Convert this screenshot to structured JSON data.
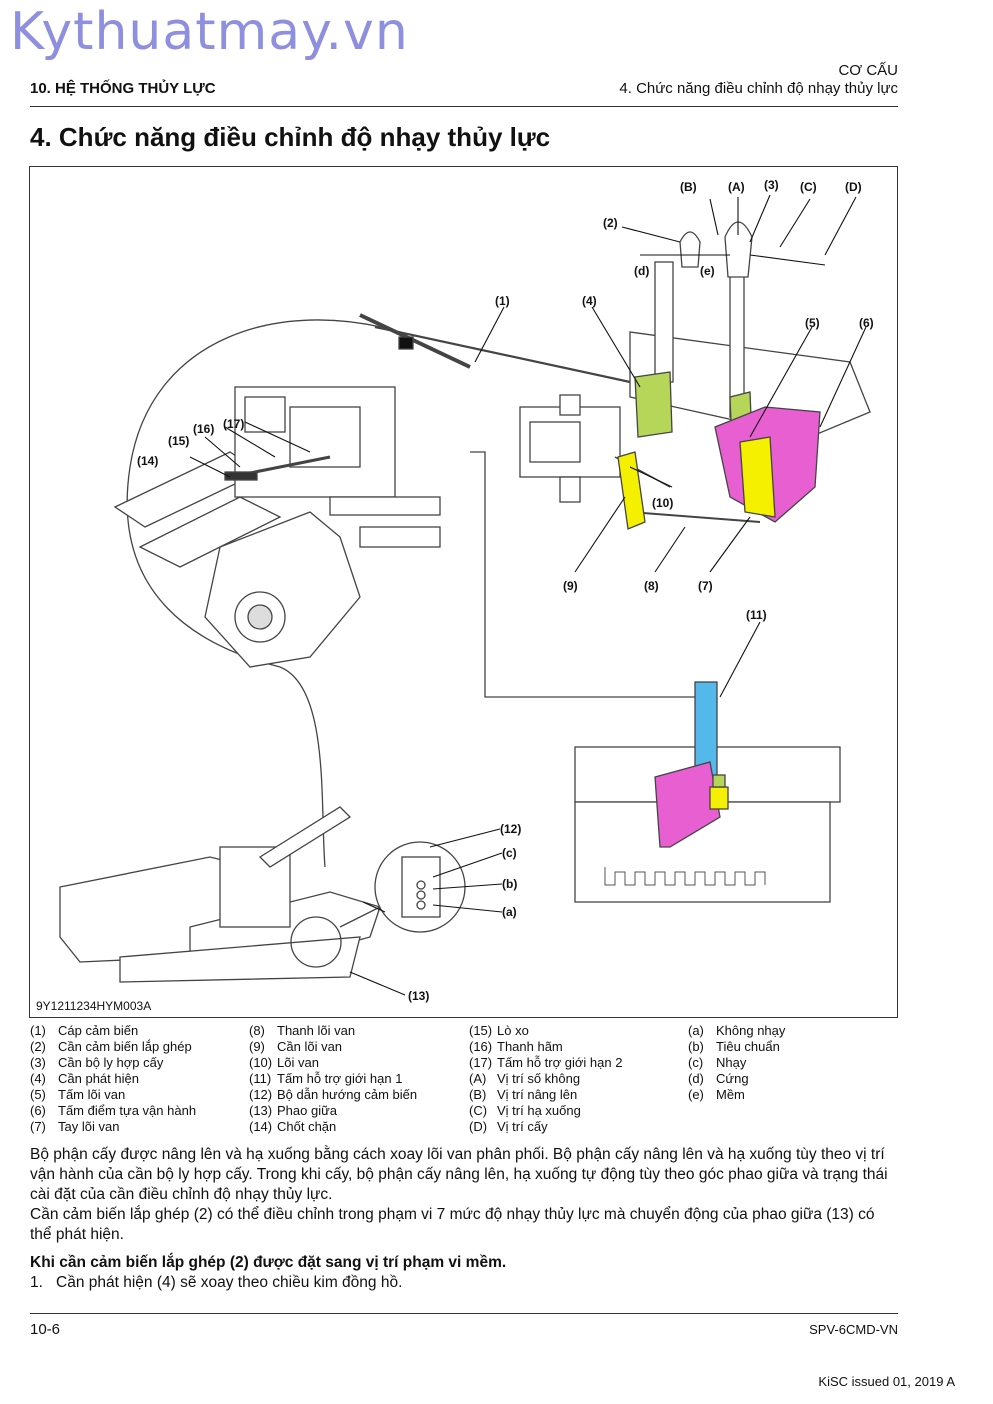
{
  "watermark": "Kythuatmay.vn",
  "header": {
    "chapter": "10. HỆ THỐNG THỦY LỰC",
    "section_top": "CƠ CẤU",
    "section_bottom": "4. Chức năng điều chỉnh độ nhạy thủy lực"
  },
  "title": "4. Chức năng điều chỉnh độ nhạy thủy lực",
  "figure": {
    "id": "9Y1211234HYM003A",
    "callouts": [
      "(1)",
      "(2)",
      "(3)",
      "(4)",
      "(5)",
      "(6)",
      "(7)",
      "(8)",
      "(9)",
      "(10)",
      "(11)",
      "(12)",
      "(13)",
      "(14)",
      "(15)",
      "(16)",
      "(17)",
      "(A)",
      "(B)",
      "(C)",
      "(D)",
      "(a)",
      "(b)",
      "(c)",
      "(d)",
      "(e)"
    ],
    "colors": {
      "green": "#b6d65a",
      "pink": "#e75fd0",
      "yellow": "#f4f000",
      "blue": "#55b8ea"
    }
  },
  "legend": {
    "col1": [
      {
        "k": "(1)",
        "v": "Cáp cảm biến"
      },
      {
        "k": "(2)",
        "v": "Cần cảm biến lắp ghép"
      },
      {
        "k": "(3)",
        "v": "Cần bộ ly hợp cấy"
      },
      {
        "k": "(4)",
        "v": "Cần phát hiện"
      },
      {
        "k": "(5)",
        "v": "Tấm lõi van"
      },
      {
        "k": "(6)",
        "v": "Tấm điểm tựa vận hành"
      },
      {
        "k": "(7)",
        "v": "Tay lõi van"
      }
    ],
    "col2": [
      {
        "k": "(8)",
        "v": "Thanh lõi van"
      },
      {
        "k": "(9)",
        "v": "Cần lõi van"
      },
      {
        "k": "(10)",
        "v": "Lõi van"
      },
      {
        "k": "(11)",
        "v": "Tấm hỗ trợ giới hạn 1"
      },
      {
        "k": "(12)",
        "v": "Bộ dẫn hướng cảm biến"
      },
      {
        "k": "(13)",
        "v": "Phao giữa"
      },
      {
        "k": "(14)",
        "v": "Chốt chặn"
      }
    ],
    "col3": [
      {
        "k": "(15)",
        "v": "Lò xo"
      },
      {
        "k": "(16)",
        "v": "Thanh hãm"
      },
      {
        "k": "(17)",
        "v": "Tấm hỗ trợ giới hạn 2"
      },
      {
        "k": "(A)",
        "v": "Vị trí số không"
      },
      {
        "k": "(B)",
        "v": "Vị trí nâng lên"
      },
      {
        "k": "(C)",
        "v": "Vị trí hạ xuống"
      },
      {
        "k": "(D)",
        "v": "Vị trí cấy"
      }
    ],
    "col4": [
      {
        "k": "(a)",
        "v": "Không nhạy"
      },
      {
        "k": "(b)",
        "v": "Tiêu chuẩn"
      },
      {
        "k": "(c)",
        "v": "Nhạy"
      },
      {
        "k": "(d)",
        "v": "Cứng"
      },
      {
        "k": "(e)",
        "v": "Mềm"
      }
    ]
  },
  "body": {
    "para1": "Bộ phận cấy được nâng lên và hạ xuống bằng cách xoay lõi van phân phối. Bộ phận cấy nâng lên và hạ xuống tùy theo vị trí vận hành của cần bộ ly hợp cấy. Trong khi cấy, bộ phận cấy nâng lên, hạ xuống tự động tùy theo góc phao giữa và trạng thái cài đặt của cần điều chỉnh độ nhạy thủy lực.",
    "para2": "Cần cảm biến lắp ghép (2) có thể điều chỉnh trong phạm vi 7 mức độ nhạy thủy lực mà chuyển động của phao giữa (13) có thể phát hiện.",
    "heading": "Khi cần cảm biến lắp ghép (2) được đặt sang vị trí phạm vi mềm.",
    "step_num": "1.",
    "step_text": "Cần phát hiện (4) sẽ xoay theo chiều kim đồng hồ."
  },
  "footer": {
    "page": "10-6",
    "doc": "SPV-6CMD-VN",
    "issued": "KiSC issued 01, 2019 A"
  }
}
